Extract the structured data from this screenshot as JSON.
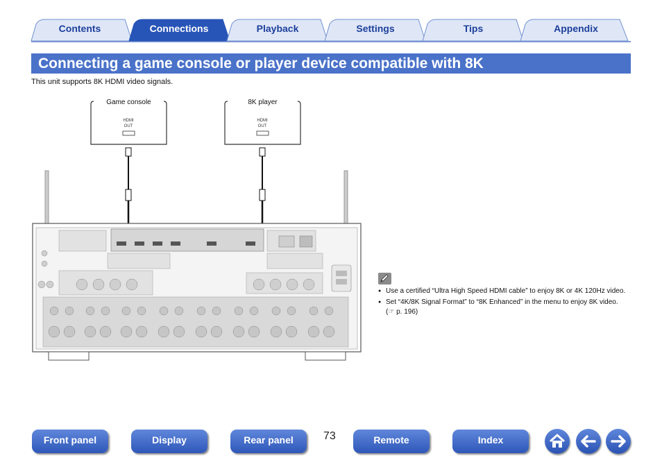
{
  "tabs": [
    {
      "label": "Contents",
      "active": false
    },
    {
      "label": "Connections",
      "active": true
    },
    {
      "label": "Playback",
      "active": false
    },
    {
      "label": "Settings",
      "active": false
    },
    {
      "label": "Tips",
      "active": false
    },
    {
      "label": "Appendix",
      "active": false
    }
  ],
  "colors": {
    "tab_fill": "#dfe7f7",
    "active_tab": "#2754b7",
    "title_bar": "#4a72c9",
    "nav_button": "#3a63c4"
  },
  "title": "Connecting a game console or player device compatible with 8K",
  "intro": "This unit supports 8K HDMI video signals.",
  "diagram": {
    "devices": [
      {
        "label": "Game console",
        "port_top": "HDMI",
        "port_bottom": "OUT"
      },
      {
        "label": "8K player",
        "port_top": "HDMI",
        "port_bottom": "OUT"
      }
    ]
  },
  "note": {
    "icon": "pencil-icon",
    "items": [
      "Use a certified “Ultra High Speed HDMI cable” to enjoy 8K or 4K 120Hz video.",
      "Set “4K/8K Signal Format” to “8K Enhanced” in the menu to enjoy 8K video.  (☞ p. 196)"
    ]
  },
  "nav": {
    "front_panel": "Front panel",
    "display": "Display",
    "rear_panel": "Rear panel",
    "page_number": "73",
    "remote": "Remote",
    "index": "Index",
    "icons": [
      "home-icon",
      "back-arrow-icon",
      "forward-arrow-icon"
    ]
  }
}
